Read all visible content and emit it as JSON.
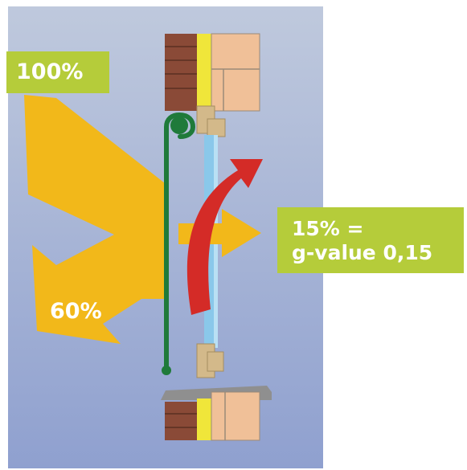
{
  "labels": {
    "incoming": "100%",
    "reflected": "60%",
    "transmitted_line1": "15% =",
    "transmitted_line2": "g-value 0,15"
  },
  "colors": {
    "background_top": "#bfc9dd",
    "background_bottom": "#8fa0cf",
    "sun_arrow": "#f2b81a",
    "heat_arrow": "#d42b27",
    "label_box": "#b5cc3a",
    "blind": "#1f7a3a",
    "glass": "#8ac8ea",
    "frame_brick": "#8a4a37",
    "frame_yellow": "#f0e63a",
    "frame_wood": "#f0c098",
    "fittings": "#d3b98a",
    "sill": "#8f8f8f"
  }
}
